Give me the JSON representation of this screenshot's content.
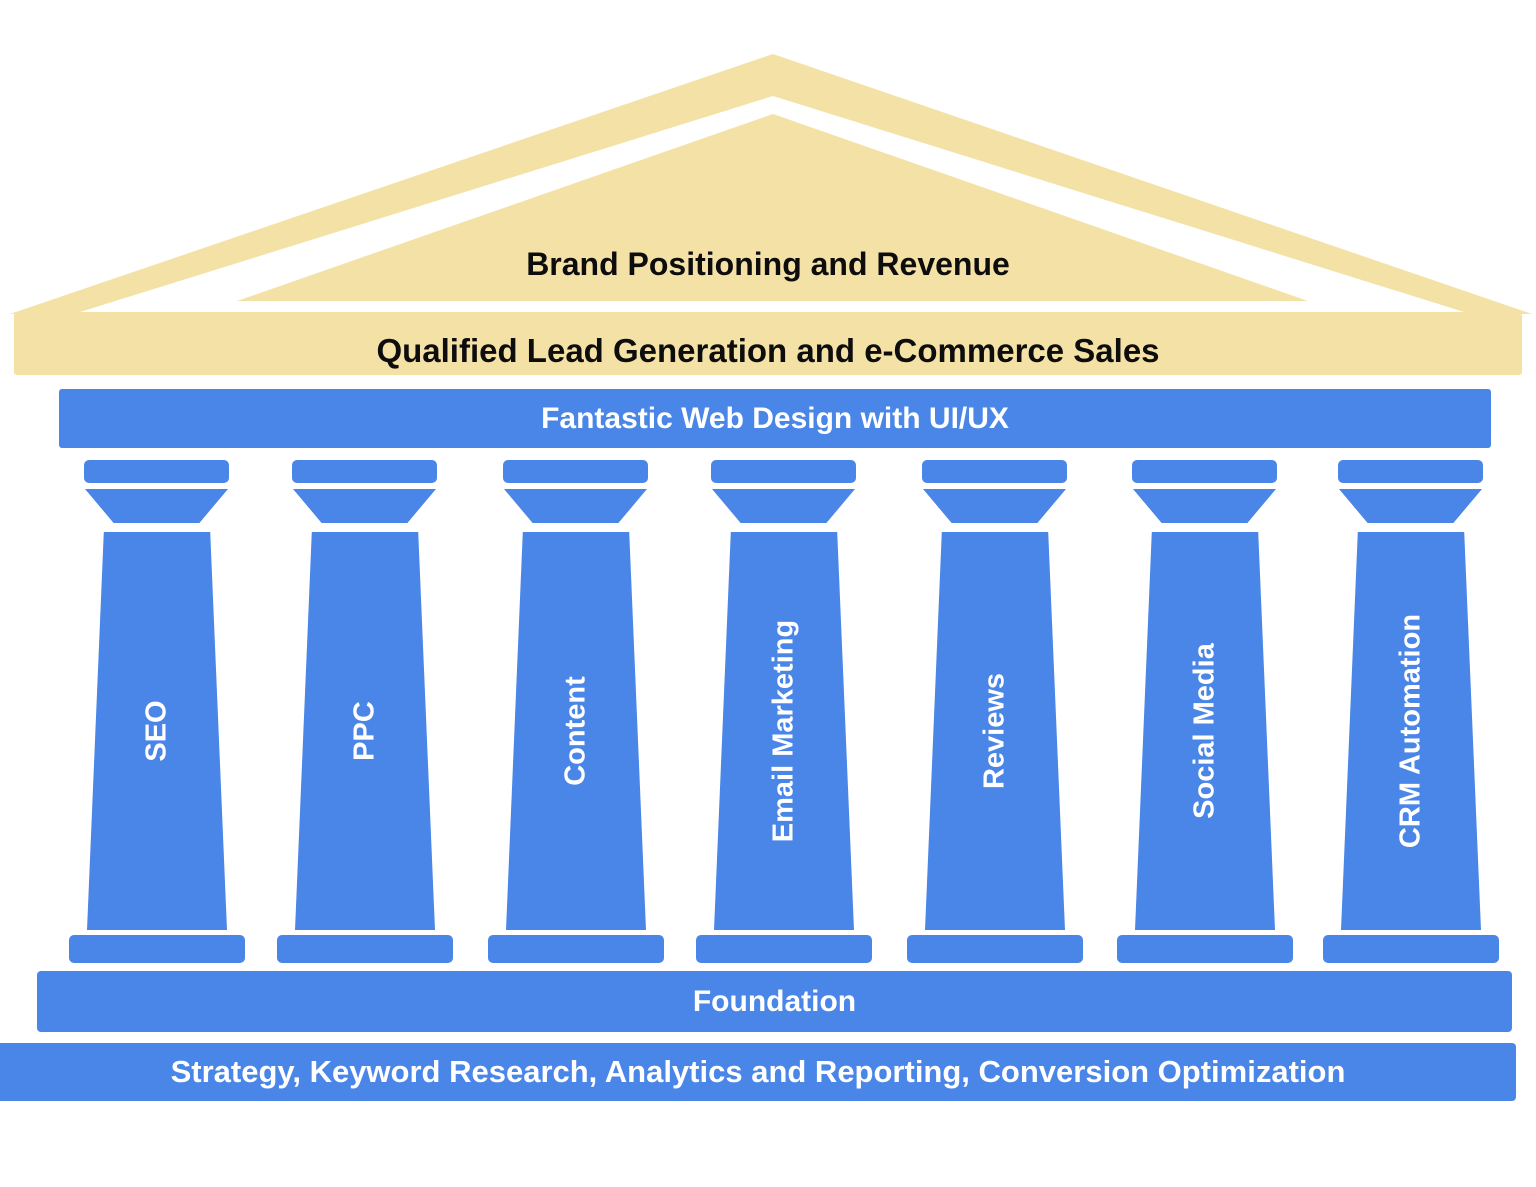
{
  "pediment": {
    "title": "Brand Positioning and Revenue",
    "architrave_label": "Qualified Lead Generation and e-Commerce Sales"
  },
  "entablature": {
    "label": "Fantastic Web Design with UI/UX"
  },
  "pillars": [
    "SEO",
    "PPC",
    "Content",
    "Email Marketing",
    "Reviews",
    "Social Media",
    "CRM Automation"
  ],
  "foundation": {
    "label": "Foundation"
  },
  "base_strip": {
    "label": "Strategy, Keyword Research, Analytics and Reporting, Conversion Optimization"
  },
  "colors": {
    "pillar_blue": "#4A86E8",
    "pediment_tan": "#F4E1A5",
    "text_dark": "#0D0D0D",
    "text_light": "#FFFFFF",
    "background": "#FFFFFF"
  }
}
